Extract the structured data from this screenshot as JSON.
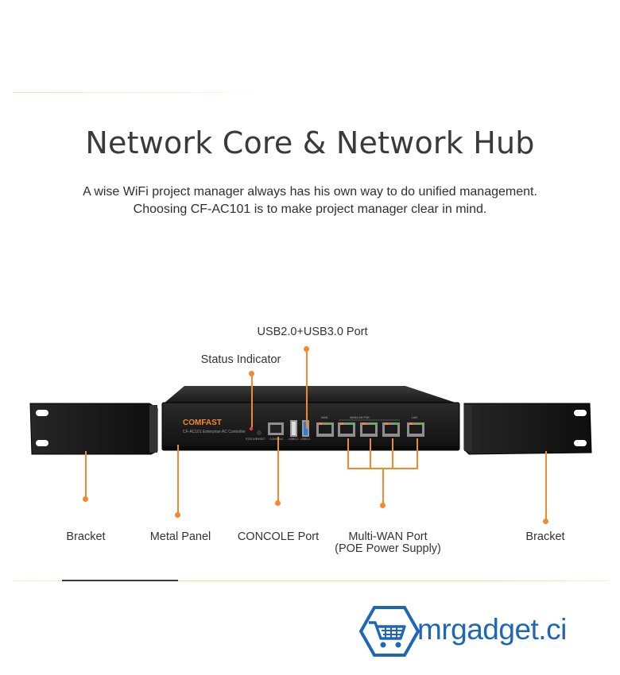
{
  "heading": {
    "title": "Network Core & Network Hub",
    "subtitle_line1": "A wise WiFi project manager always has his own way to do unified management.",
    "subtitle_line2": "Choosing CF-AC101 is to make project manager clear in mind."
  },
  "device": {
    "brand": "COMFAST",
    "model_line": "CF-AC101 Enterprise AC Controller",
    "port_labels": [
      "STATUS",
      "RESET",
      "CONSOLE",
      "USB2.0",
      "USB3.0",
      "WAN",
      "WAN/LAN POE",
      "LAN"
    ]
  },
  "callouts": {
    "usb": "USB2.0+USB3.0 Port",
    "status": "Status Indicator",
    "bracket_left": "Bracket",
    "metal_panel": "Metal Panel",
    "console": "CONCOLE Port",
    "multiwan_line1": "Multi-WAN Port",
    "multiwan_line2": "(POE Power Supply)",
    "bracket_right": "Bracket"
  },
  "logo": {
    "text": "mrgadget.ci",
    "icon": "shopping-cart-icon",
    "color": "#1f66b6"
  },
  "colors": {
    "accent": "#f2892c",
    "device_body": "#1c1c1c"
  }
}
